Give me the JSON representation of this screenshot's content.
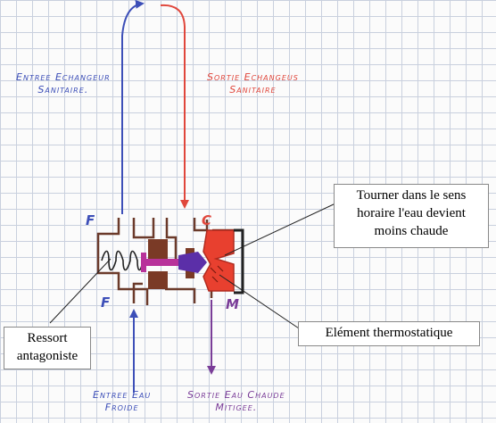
{
  "labels": {
    "entree_echangeur_1": "Entree Echangeur",
    "entree_echangeur_2": "Sanitaire.",
    "sortie_echangeur_1": "Sortie Echangeus",
    "sortie_echangeur_2": "Sanitaire",
    "entree_eau_1": "Entree Eau",
    "entree_eau_2": "Froide",
    "sortie_eau_1": "Sortie Eau Chaude",
    "sortie_eau_2": "Mitigee.",
    "f_top": "F",
    "f_bottom": "F",
    "c": "C",
    "m": "M"
  },
  "callouts": {
    "tourner_1": "Tourner dans le sens",
    "tourner_2": "horaire l'eau devient",
    "tourner_3": "moins chaude",
    "ressort_1": "Ressort",
    "ressort_2": "antagoniste",
    "element": "Elément thermostatique"
  },
  "colors": {
    "cold": "#3d4fb8",
    "hot": "#e0473c",
    "mixed": "#7a3d98",
    "body": "#7a3a26",
    "element": "#e8402f",
    "grid": "#c9d0de"
  }
}
